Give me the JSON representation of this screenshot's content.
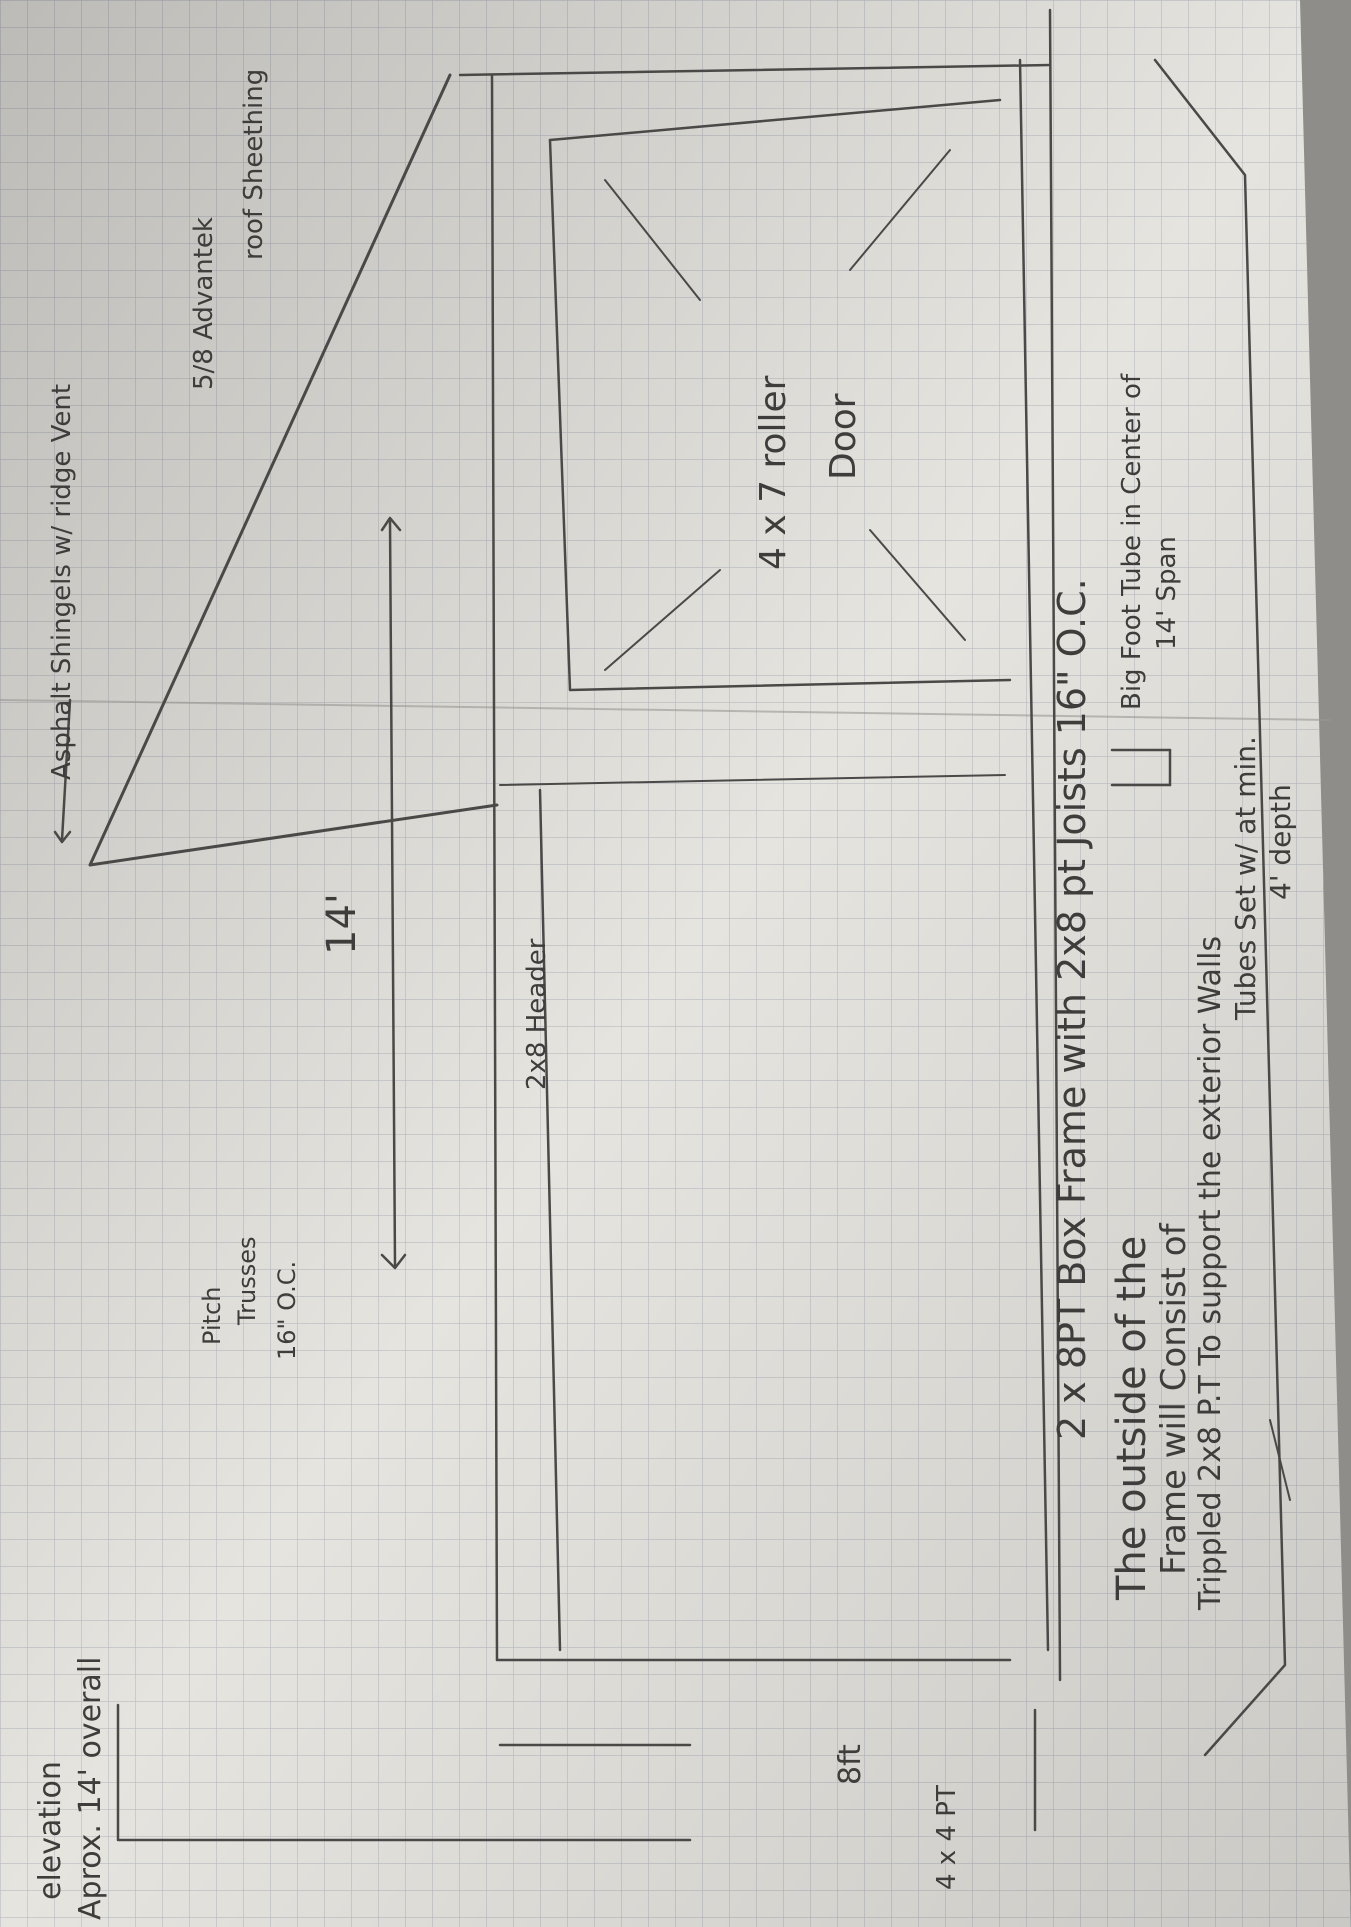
{
  "sheet": {
    "paper_color": "#e6e4df",
    "grid_color": "#b9bcc2",
    "ink_color": "#4a4947"
  },
  "labels": {
    "ridge_vent": "Asphalt Shingels w/ ridge Vent",
    "sheathing_line1": "5/8 Advantek",
    "sheathing_line2": "roof Sheething",
    "trusses_line1": "Pitch",
    "trusses_line2": "Trusses",
    "trusses_line3": "16\" O.C.",
    "header": "2x8 Header",
    "span": "14'",
    "door_line1": "4 x 7 roller",
    "door_line2": "Door",
    "frame": "2 x 8PT Box Frame with 2x8 pt Joists 16\" O.C.",
    "tube_line1": "Big Foot Tube in Center of",
    "tube_line2": "14' Span",
    "note_line1": "The outside of the",
    "note_line2": "Frame will Consist of",
    "note_line3": "Trippled 2x8 P.T To support the exterior Walls",
    "note_line4": "Tubes Set w/ at min.",
    "note_line5": "4' depth",
    "wall_height": "8ft",
    "post": "4 x 4 PT",
    "overall_line1": "Aprox. 14' overall",
    "overall_line2": "elevation"
  }
}
